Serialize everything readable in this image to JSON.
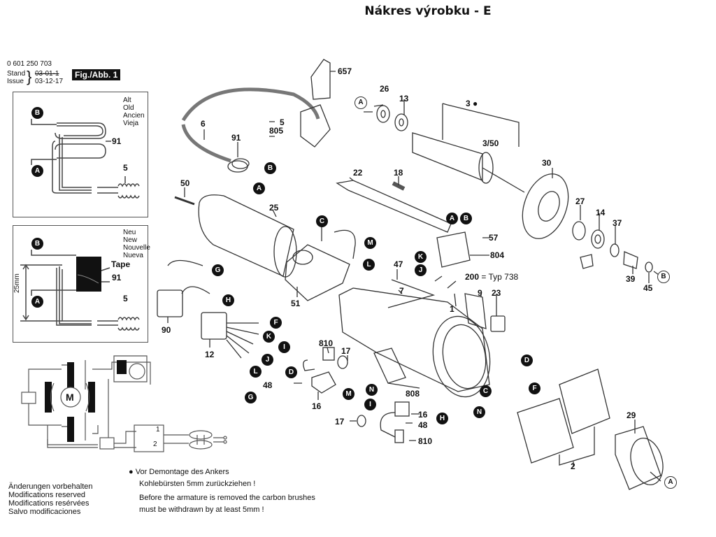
{
  "title": "Nákres výrobku - E",
  "header": {
    "part_number": "0 601 250 703",
    "stand_label": "Stand",
    "issue_label": "Issue",
    "stand_value": "03-01-1",
    "issue_value": "03-12-17",
    "figure_label": "Fig./Abb. 1"
  },
  "inset_old": {
    "languages": [
      "Alt",
      "Old",
      "Ancien",
      "Vieja"
    ],
    "labels": {
      "b": "B",
      "a": "A",
      "part91": "91",
      "part5": "5"
    }
  },
  "inset_new": {
    "languages": [
      "Neu",
      "New",
      "Nouvelle",
      "Nueva"
    ],
    "labels": {
      "b": "B",
      "a": "A",
      "tape": "Tape",
      "part91": "91",
      "part5": "5",
      "dimension": "25mm"
    }
  },
  "schematic": {
    "motor": "M",
    "switch_1": "1",
    "switch_2": "2"
  },
  "parts": [
    {
      "id": "657"
    },
    {
      "id": "26"
    },
    {
      "id": "13"
    },
    {
      "id": "3"
    },
    {
      "id": "3/50"
    },
    {
      "id": "6"
    },
    {
      "id": "5"
    },
    {
      "id": "805"
    },
    {
      "id": "91"
    },
    {
      "id": "22"
    },
    {
      "id": "18"
    },
    {
      "id": "30"
    },
    {
      "id": "27"
    },
    {
      "id": "14"
    },
    {
      "id": "37"
    },
    {
      "id": "39"
    },
    {
      "id": "45"
    },
    {
      "id": "50"
    },
    {
      "id": "25"
    },
    {
      "id": "51"
    },
    {
      "id": "57"
    },
    {
      "id": "804"
    },
    {
      "id": "47"
    },
    {
      "id": "7"
    },
    {
      "id": "200"
    },
    {
      "id": "9"
    },
    {
      "id": "23"
    },
    {
      "id": "1"
    },
    {
      "id": "90"
    },
    {
      "id": "12"
    },
    {
      "id": "810"
    },
    {
      "id": "17"
    },
    {
      "id": "48"
    },
    {
      "id": "16"
    },
    {
      "id": "808"
    },
    {
      "id": "29"
    },
    {
      "id": "2"
    }
  ],
  "callouts": {
    "typ": "200 = Typ 738",
    "part3_marker": "●"
  },
  "connector_letters": [
    "A",
    "B",
    "C",
    "D",
    "F",
    "G",
    "H",
    "I",
    "J",
    "K",
    "L",
    "M",
    "N"
  ],
  "footer": {
    "modifications": [
      "Änderungen vorbehalten",
      "Modifications reserved",
      "Modifications resérvées",
      "Salvo modificaciones"
    ],
    "warning_de_1": "Vor Demontage des Ankers",
    "warning_de_2": "Kohlebürsten 5mm zurückziehen !",
    "warning_en_1": "Before the armature is removed the carbon brushes",
    "warning_en_2": "must be withdrawn by at least 5mm !",
    "bullet": "●"
  }
}
